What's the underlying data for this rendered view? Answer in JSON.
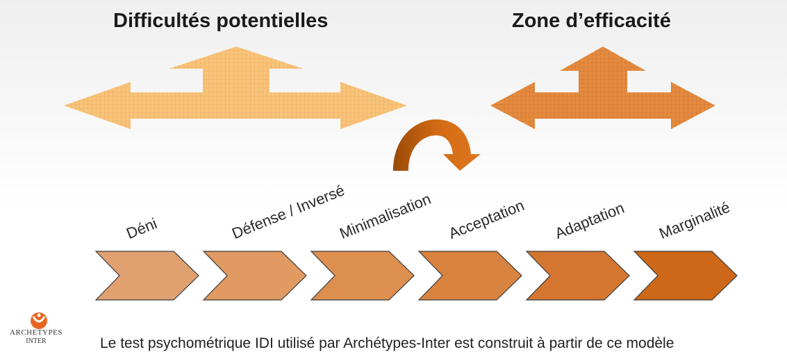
{
  "titles": {
    "left": "Difficultés potentielles",
    "right": "Zone d’efficacité"
  },
  "stages": [
    {
      "label": "Déni",
      "color": "#e0a070"
    },
    {
      "label": "Défense / Inversé",
      "color": "#e09a62"
    },
    {
      "label": "Minimalisation",
      "color": "#dd8f50"
    },
    {
      "label": "Acceptation",
      "color": "#d98340"
    },
    {
      "label": "Adaptation",
      "color": "#d47630"
    },
    {
      "label": "Marginalité",
      "color": "#cc6818"
    }
  ],
  "logo": {
    "line1": "ARCHETYPES",
    "line2": "INTER"
  },
  "caption": "Le test psychométrique IDI utilisé par Archétypes-Inter est construit à partir de ce modèle",
  "colors": {
    "arrow_left": "#f6c070",
    "arrow_right": "#e0843a",
    "curved_arrow": "#c06010",
    "logo": "#e8651f"
  }
}
